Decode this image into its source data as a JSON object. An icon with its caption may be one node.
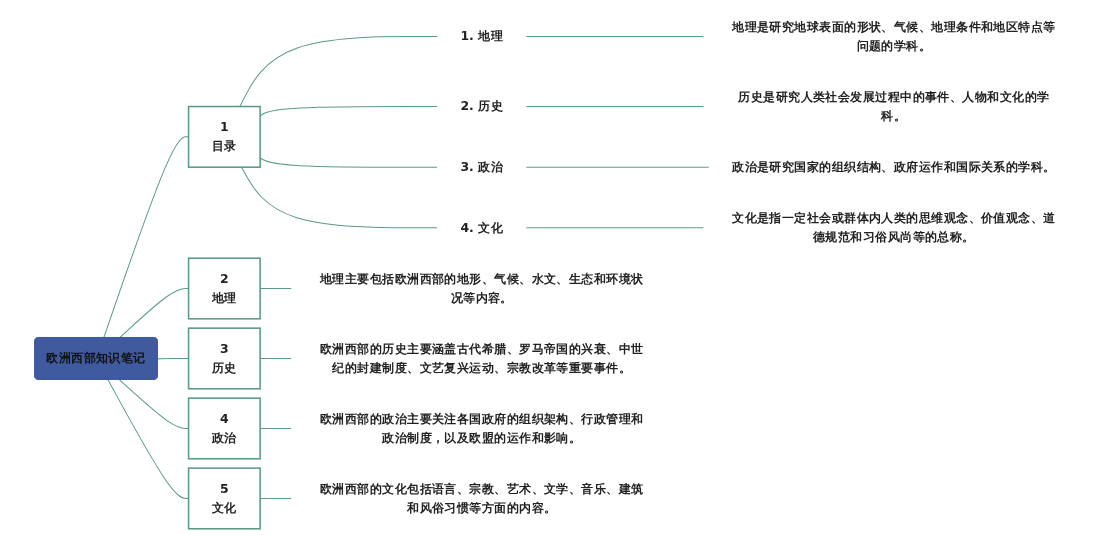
{
  "diagram": {
    "nodes": [
      {
        "text": [
          "欧洲西部知识笔记"
        ]
      },
      {
        "text": [
          "1",
          "目录"
        ]
      },
      {
        "text": [
          "1. 地理"
        ]
      },
      {
        "text": [
          "地理是研究地球表面的形状、气候、地理条件和地区特点等问题的学科。"
        ]
      },
      {
        "text": [
          "2. 历史"
        ]
      },
      {
        "text": [
          "历史是研究人类社会发展过程中的事件、人物和文化的学科。"
        ]
      },
      {
        "text": [
          "3. 政治"
        ]
      },
      {
        "text": [
          "政治是研究国家的组织结构、政府运作和国际关系的学科。"
        ]
      },
      {
        "text": [
          "4. 文化"
        ]
      },
      {
        "text": [
          "文化是指一定社会或群体内人类的思维观念、价值观念、道德规范和习俗风尚等的总称。"
        ]
      },
      {
        "text": [
          "2",
          "地理"
        ]
      },
      {
        "text": [
          "地理主要包括欧洲西部的地形、气候、水文、生态和环境状况等内容。"
        ]
      },
      {
        "text": [
          "3",
          "历史"
        ]
      },
      {
        "text": [
          "欧洲西部的历史主要涵盖古代希腊、罗马帝国的兴衰、中世纪的封建制度、文艺复兴运动、宗教改革等重要事件。"
        ]
      },
      {
        "text": [
          "4",
          "政治"
        ]
      },
      {
        "text": [
          "欧洲西部的政治主要关注各国政府的组织架构、行政管理和政治制度，以及欧盟的运作和影响。"
        ]
      },
      {
        "text": [
          "5",
          "文化"
        ]
      },
      {
        "text": [
          "欧洲西部的文化包括语言、宗教、艺术、文学、音乐、建筑和风俗习惯等方面的内容。"
        ]
      }
    ],
    "edges": [
      {
        "from": 0,
        "to": 1,
        "arrow": "none"
      },
      {
        "from": 1,
        "to": 2,
        "arrow": "none"
      },
      {
        "from": 2,
        "to": 3,
        "arrow": "none"
      },
      {
        "from": 1,
        "to": 4,
        "arrow": "none"
      },
      {
        "from": 4,
        "to": 5,
        "arrow": "none"
      },
      {
        "from": 1,
        "to": 6,
        "arrow": "none"
      },
      {
        "from": 6,
        "to": 7,
        "arrow": "none"
      },
      {
        "from": 1,
        "to": 8,
        "arrow": "none"
      },
      {
        "from": 8,
        "to": 9,
        "arrow": "none"
      },
      {
        "from": 0,
        "to": 10,
        "arrow": "none"
      },
      {
        "from": 10,
        "to": 11,
        "arrow": "none"
      },
      {
        "from": 0,
        "to": 12,
        "arrow": "none"
      },
      {
        "from": 12,
        "to": 13,
        "arrow": "none"
      },
      {
        "from": 0,
        "to": 14,
        "arrow": "none"
      },
      {
        "from": 14,
        "to": 15,
        "arrow": "none"
      },
      {
        "from": 0,
        "to": 16,
        "arrow": "none"
      },
      {
        "from": 16,
        "to": 17,
        "arrow": "none"
      }
    ]
  }
}
